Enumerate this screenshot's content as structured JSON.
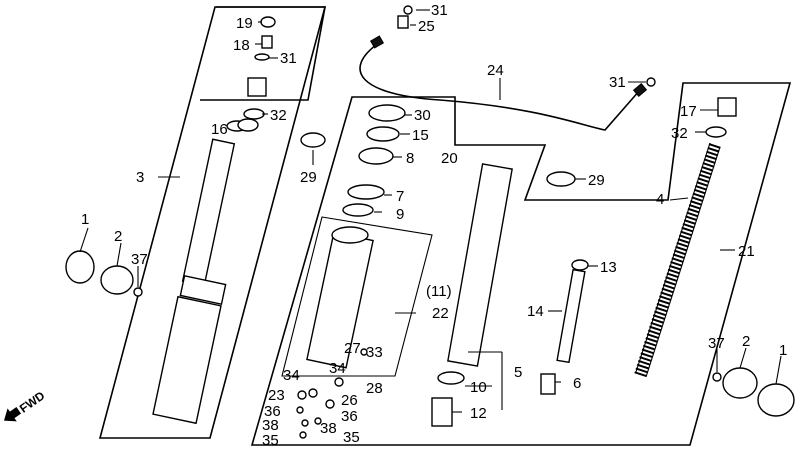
{
  "callouts": [
    {
      "id": "c31a",
      "text": "31"
    },
    {
      "id": "c25",
      "text": "25"
    },
    {
      "id": "c24",
      "text": "24"
    },
    {
      "id": "c31b",
      "text": "31"
    },
    {
      "id": "c19",
      "text": "19"
    },
    {
      "id": "c18",
      "text": "18"
    },
    {
      "id": "c31c",
      "text": "31"
    },
    {
      "id": "c32a",
      "text": "32"
    },
    {
      "id": "c16",
      "text": "16"
    },
    {
      "id": "c3",
      "text": "3"
    },
    {
      "id": "c29a",
      "text": "29"
    },
    {
      "id": "c30",
      "text": "30"
    },
    {
      "id": "c15",
      "text": "15"
    },
    {
      "id": "c8",
      "text": "8"
    },
    {
      "id": "c20",
      "text": "20"
    },
    {
      "id": "c7",
      "text": "7"
    },
    {
      "id": "c9",
      "text": "9"
    },
    {
      "id": "c29b",
      "text": "29"
    },
    {
      "id": "c17",
      "text": "17"
    },
    {
      "id": "c32b",
      "text": "32"
    },
    {
      "id": "c4",
      "text": "4"
    },
    {
      "id": "c21",
      "text": "21"
    },
    {
      "id": "c1a",
      "text": "1"
    },
    {
      "id": "c2a",
      "text": "2"
    },
    {
      "id": "c37a",
      "text": "37"
    },
    {
      "id": "c11",
      "text": "(11)"
    },
    {
      "id": "c22",
      "text": "22"
    },
    {
      "id": "c13",
      "text": "13"
    },
    {
      "id": "c14",
      "text": "14"
    },
    {
      "id": "c27",
      "text": "27"
    },
    {
      "id": "c33",
      "text": "33"
    },
    {
      "id": "c34a",
      "text": "34"
    },
    {
      "id": "c34b",
      "text": "34"
    },
    {
      "id": "c28",
      "text": "28"
    },
    {
      "id": "c23",
      "text": "23"
    },
    {
      "id": "c26",
      "text": "26"
    },
    {
      "id": "c36a",
      "text": "36"
    },
    {
      "id": "c36b",
      "text": "36"
    },
    {
      "id": "c38a",
      "text": "38"
    },
    {
      "id": "c38b",
      "text": "38"
    },
    {
      "id": "c35a",
      "text": "35"
    },
    {
      "id": "c35b",
      "text": "35"
    },
    {
      "id": "c5",
      "text": "5"
    },
    {
      "id": "c10",
      "text": "10"
    },
    {
      "id": "c12",
      "text": "12"
    },
    {
      "id": "c6",
      "text": "6"
    },
    {
      "id": "c37b",
      "text": "37"
    },
    {
      "id": "c2b",
      "text": "2"
    },
    {
      "id": "c1b",
      "text": "1"
    }
  ],
  "direction_label": "FWD"
}
